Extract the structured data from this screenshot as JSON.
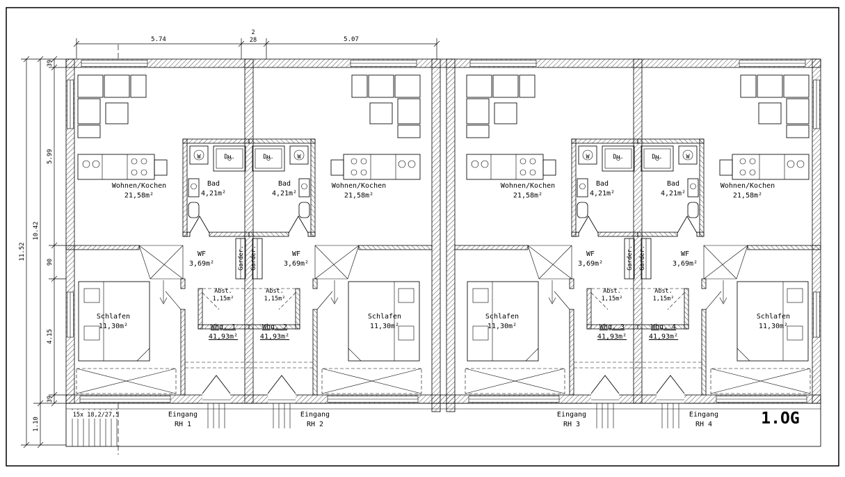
{
  "title": "1.OG",
  "labels": {
    "eingang": "Eingang"
  },
  "rooms": {
    "wohnen": {
      "label": "Wohnen/Kochen",
      "area": "21,58m²"
    },
    "bad": {
      "label": "Bad",
      "area": "4,21m²"
    },
    "wf": {
      "label": "WF",
      "area": "3,69m²"
    },
    "schlafen": {
      "label": "Schlafen",
      "area": "11,30m²"
    },
    "abst": {
      "label": "Abst.",
      "area": "1,15m²"
    },
    "garderobe": "Garder.",
    "washer": "W",
    "shower": "Du."
  },
  "units": [
    {
      "whg": "Whg. 1",
      "whg_area": "41,93m²",
      "rh": "RH 1"
    },
    {
      "whg": "Whg. 2",
      "whg_area": "41,93m²",
      "rh": "RH 2"
    },
    {
      "whg": "Whg. 3",
      "whg_area": "41,93m²",
      "rh": "RH 3"
    },
    {
      "whg": "Whg. 4",
      "whg_area": "41,93m²",
      "rh": "RH 4"
    }
  ],
  "dimensions": {
    "top_d1": "5.74",
    "top_d2_upper": "2",
    "top_d2_lower": "28",
    "top_d3": "5.07",
    "left_total": "11.52",
    "left_building": "10.42",
    "left_band": "1.10",
    "left_segments": [
      "39",
      "5.99",
      "90",
      "4.15",
      "39"
    ],
    "stairs": "15x 18,2/27,5"
  }
}
